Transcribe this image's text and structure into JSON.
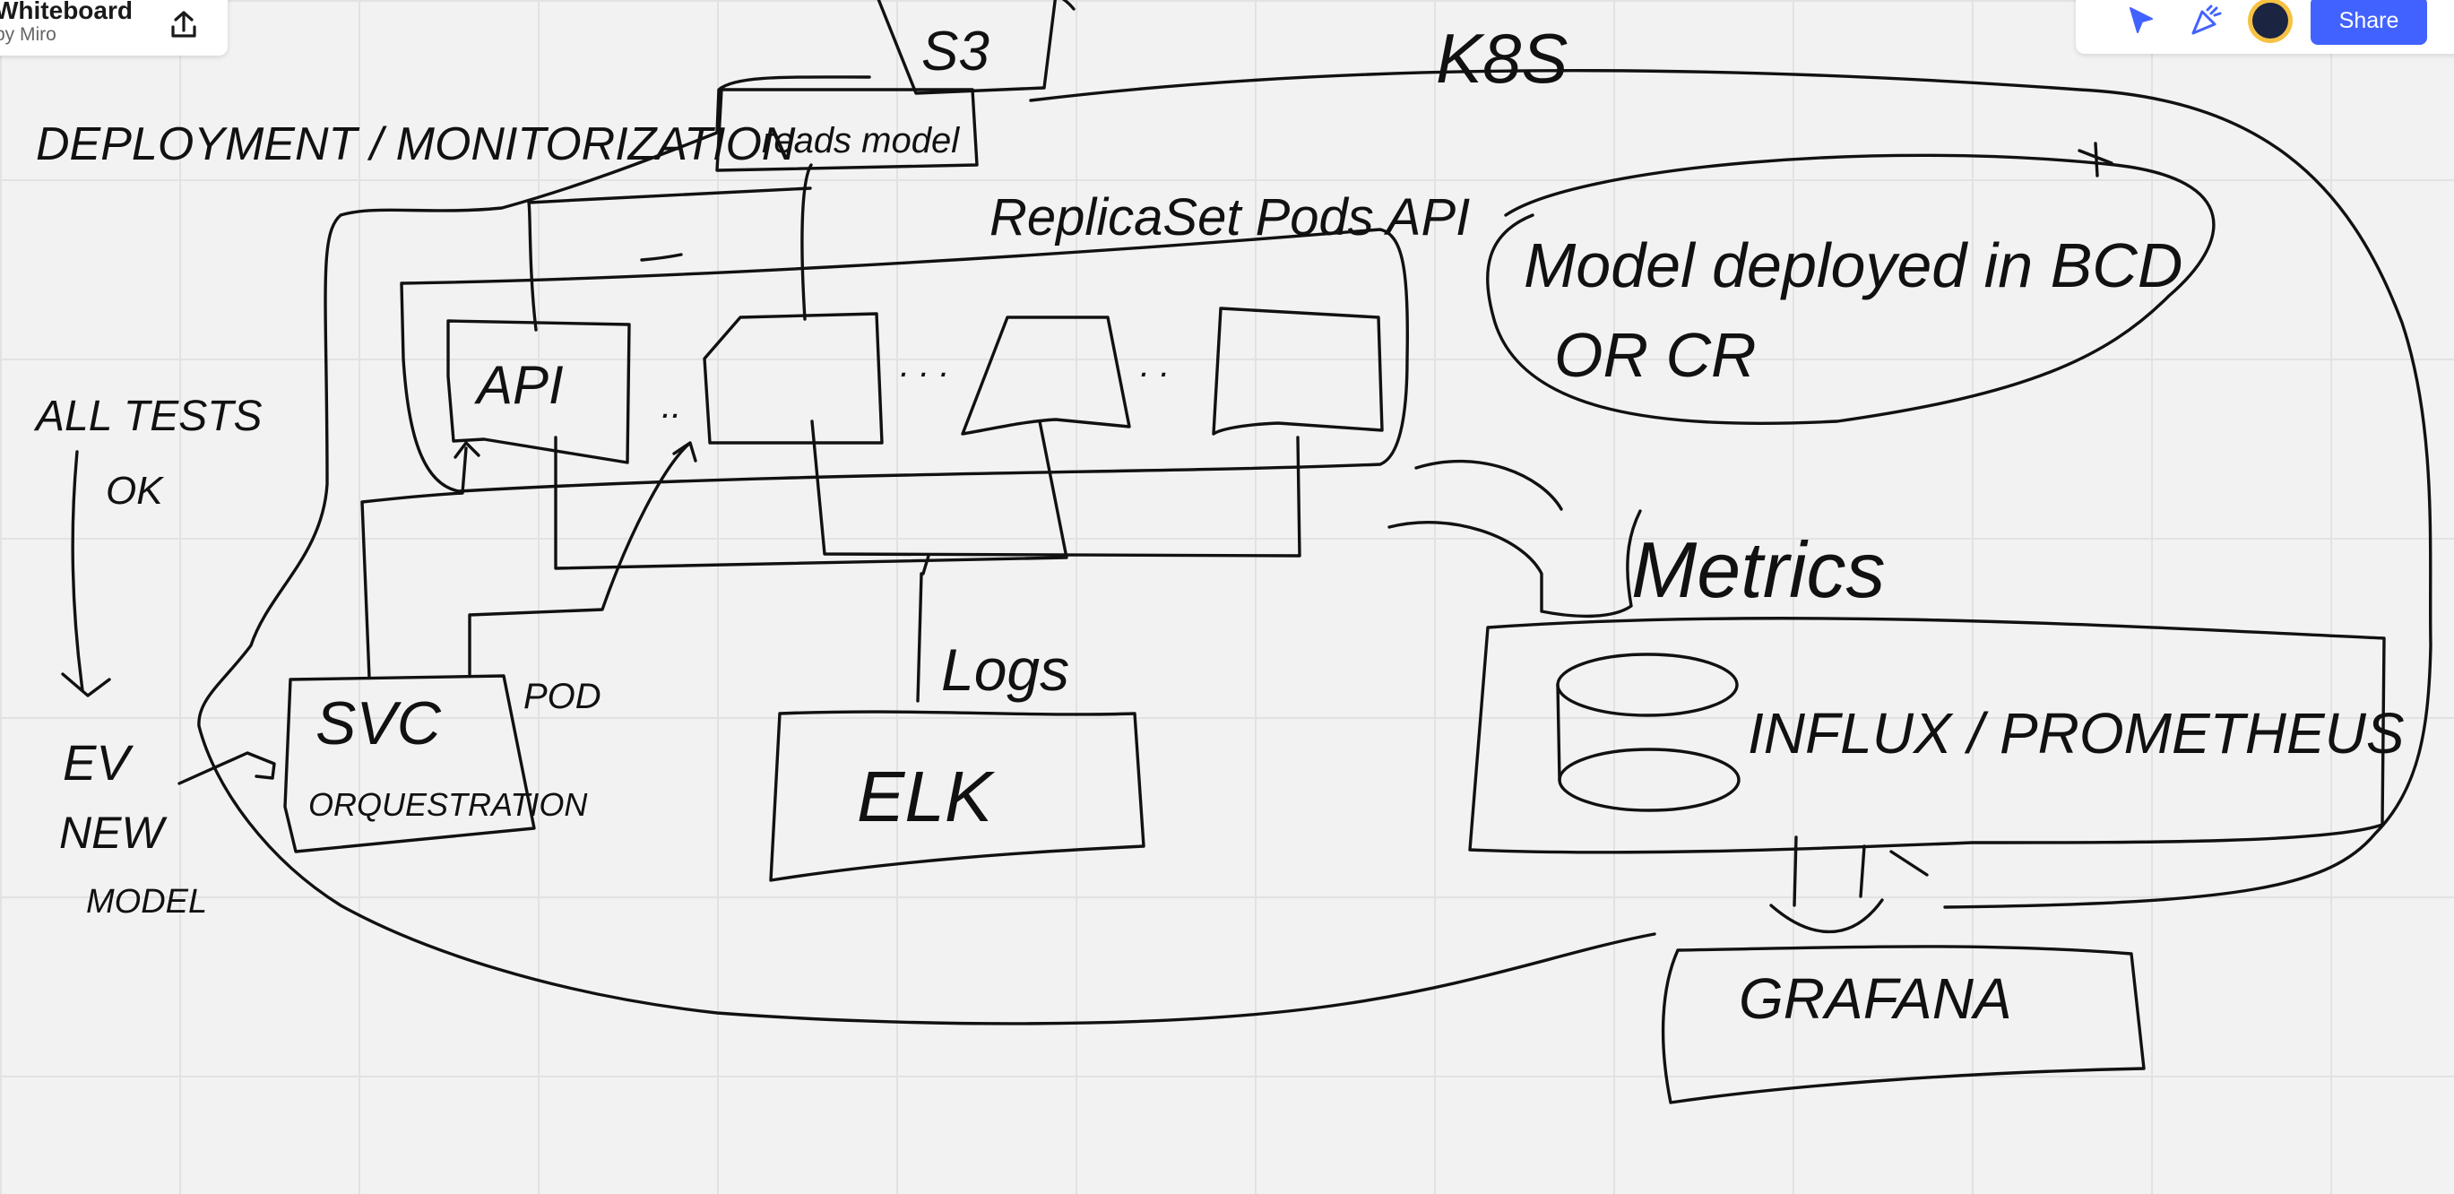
{
  "board": {
    "title": "Whiteboard",
    "subtitle": "by Miro"
  },
  "toolbar": {
    "share_label": "Share",
    "icons": [
      "cursor-icon",
      "reactions-icon"
    ],
    "accent_color": "#4262ff"
  },
  "sketch": {
    "s3": "S3",
    "k8s": "K8S",
    "deployment": "DEPLOYMENT / MONITORIZATION",
    "reads_model": "reads model",
    "replicaset": "ReplicaSet Pods API",
    "model_deployed_line1": "Model deployed in BCD",
    "model_deployed_line2": "OR CR",
    "all_tests_line1": "ALL TESTS",
    "all_tests_line2": "OK",
    "api": "API",
    "ev": "EV",
    "new": "NEW",
    "model": "MODEL",
    "svc": "SVC",
    "orquestration": "ORQUESTRATION",
    "pod": "POD",
    "logs": "Logs",
    "elk": "ELK",
    "metrics": "Metrics",
    "influx": "INFLUX / PROMETHEUS",
    "grafana": "GRAFANA"
  }
}
